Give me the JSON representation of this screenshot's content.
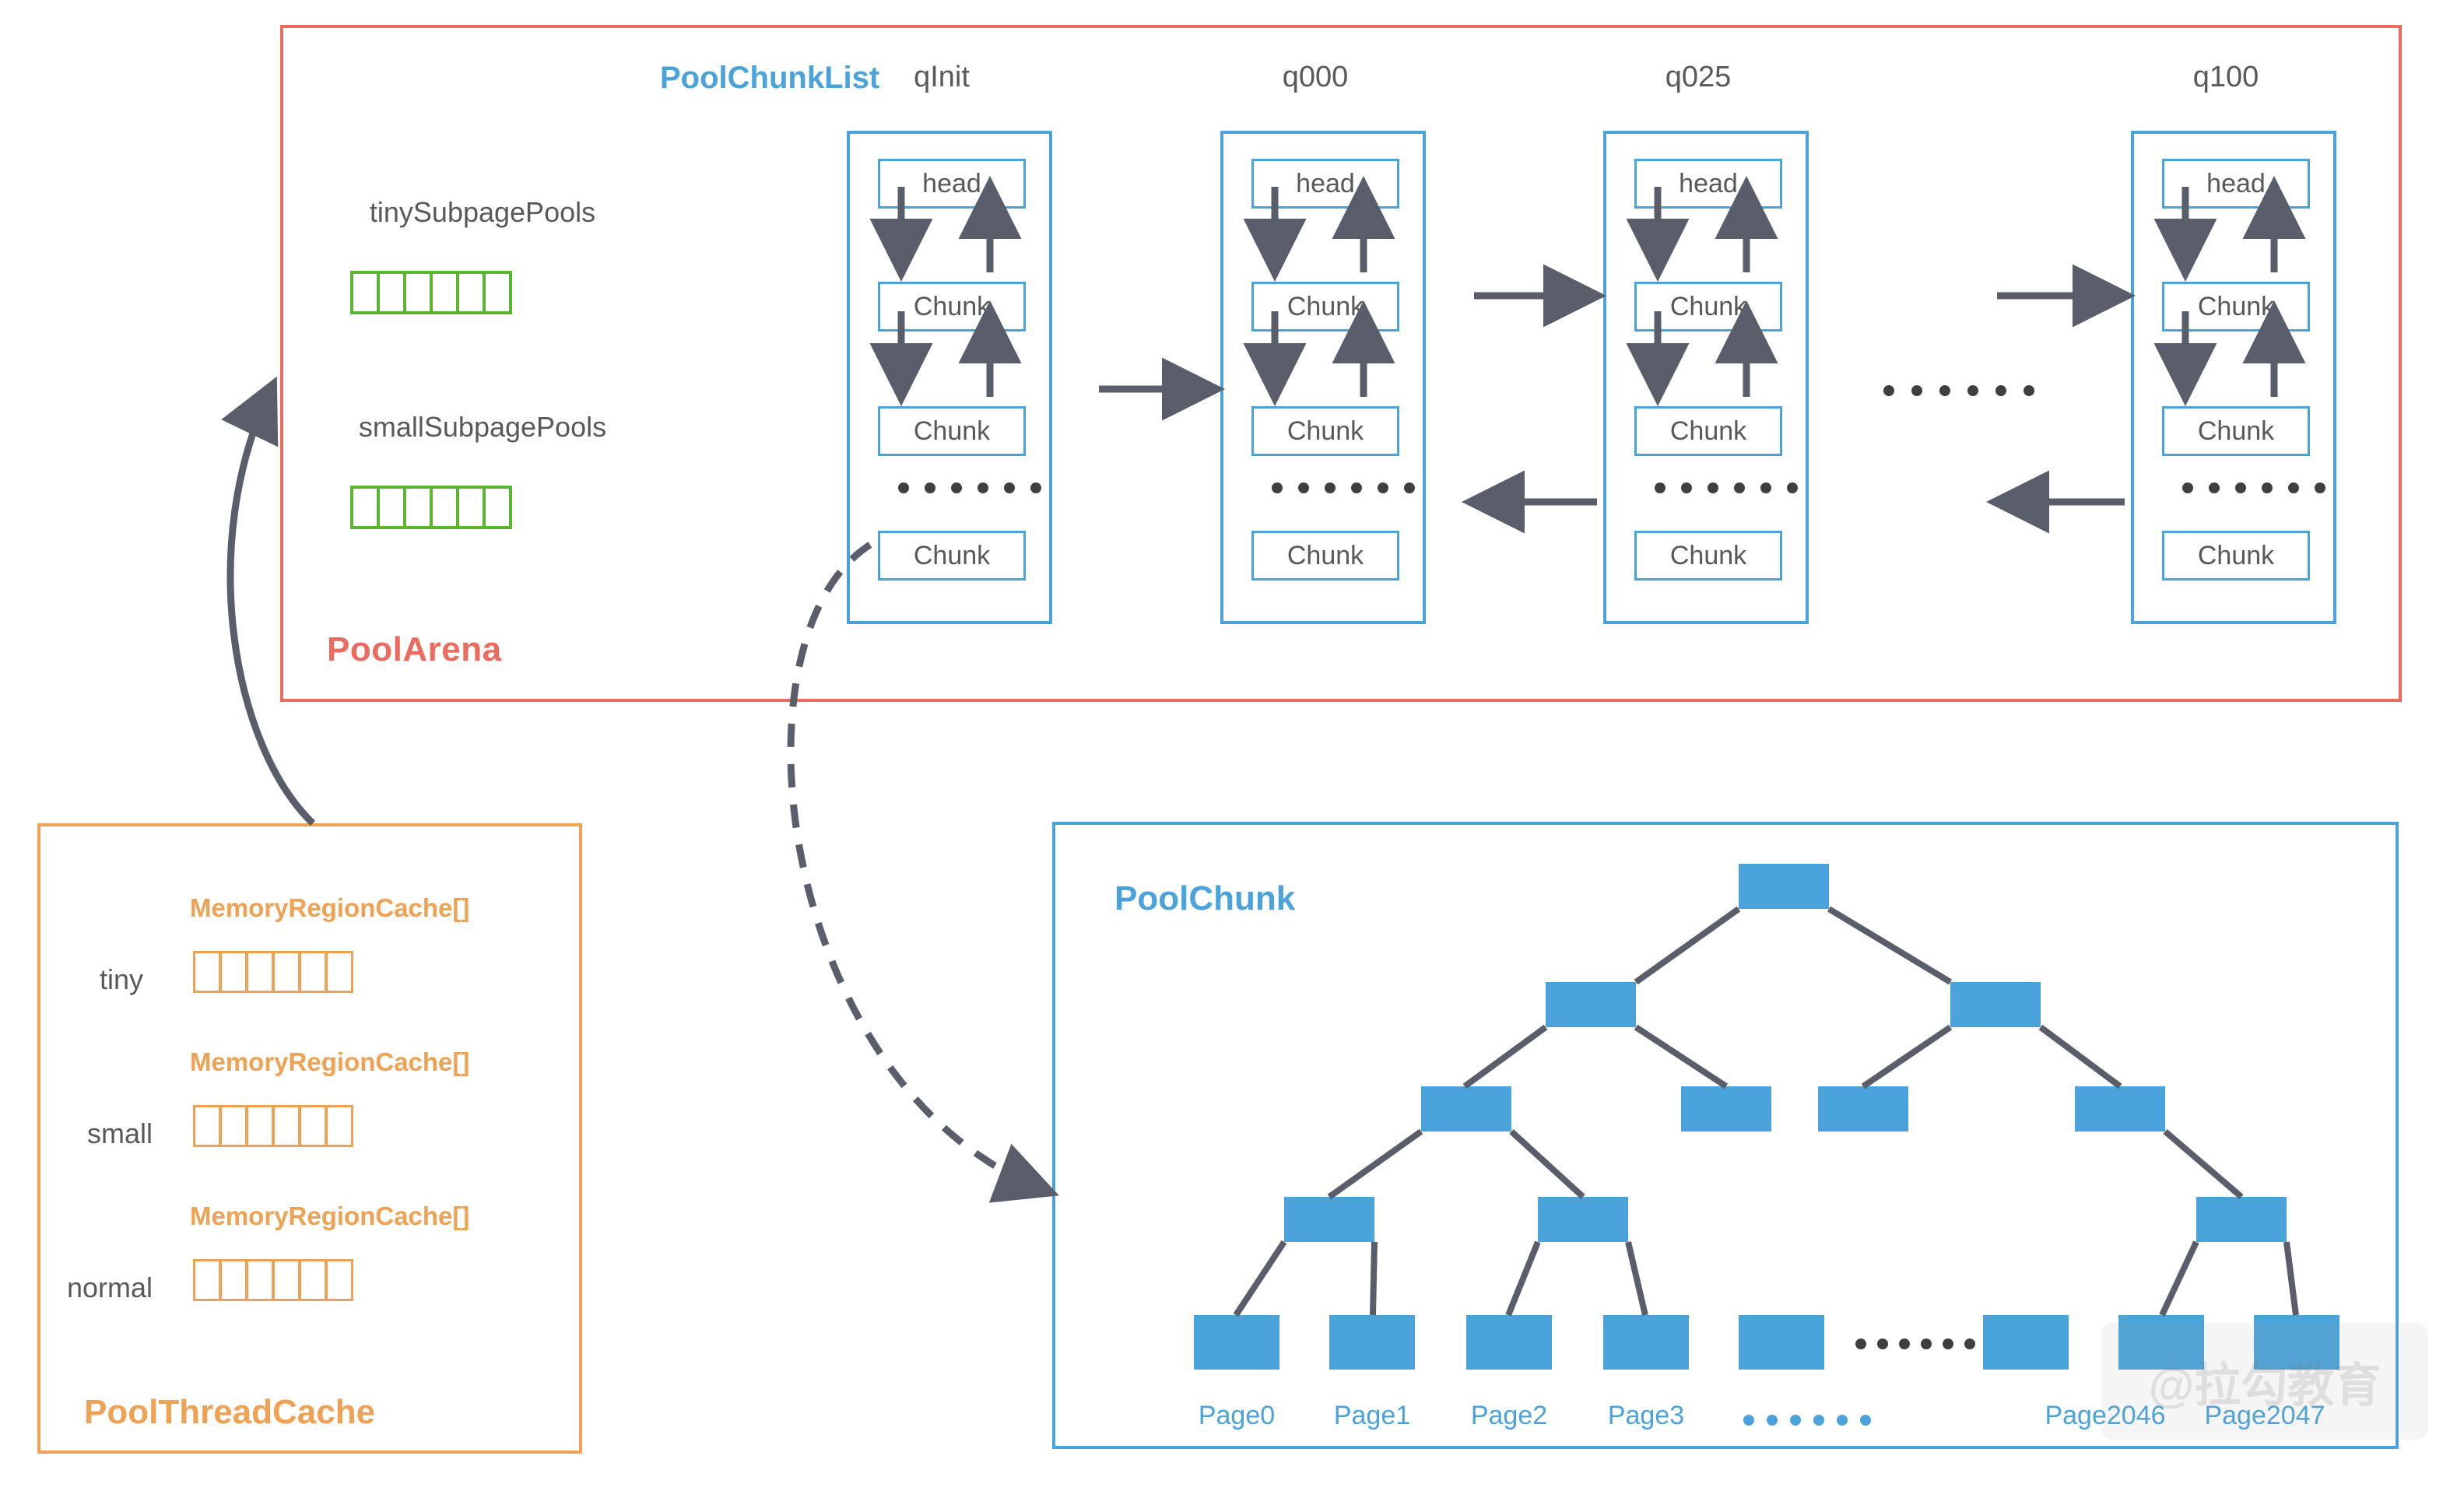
{
  "arena": {
    "label": "PoolArena",
    "border_color": "#EC6B5E",
    "pool_chunk_list_title": "PoolChunkList",
    "columns": [
      {
        "header": "qInit",
        "rows": [
          "head",
          "Chunk",
          "Chunk",
          "Chunk"
        ],
        "ellipsis": "• • • • • •"
      },
      {
        "header": "q000",
        "rows": [
          "head",
          "Chunk",
          "Chunk",
          "Chunk"
        ],
        "ellipsis": "• • • • • •"
      },
      {
        "header": "q025",
        "rows": [
          "head",
          "Chunk",
          "Chunk",
          "Chunk"
        ],
        "ellipsis": "• • • • • •"
      },
      {
        "header": "q100",
        "rows": [
          "head",
          "Chunk",
          "Chunk",
          "Chunk"
        ],
        "ellipsis": "• • • • • •"
      }
    ],
    "between_columns_ellipsis": "• • • • • •",
    "subpage_pools": [
      {
        "label": "tinySubpagePools",
        "cells": 6,
        "color": "#5CB531"
      },
      {
        "label": "smallSubpagePools",
        "cells": 6,
        "color": "#5CB531"
      }
    ]
  },
  "thread_cache": {
    "label": "PoolThreadCache",
    "border_color": "#EFA254",
    "rows": [
      {
        "array_label": "MemoryRegionCache[]",
        "row_label": "tiny",
        "cells": 6
      },
      {
        "array_label": "MemoryRegionCache[]",
        "row_label": "small",
        "cells": 6
      },
      {
        "array_label": "MemoryRegionCache[]",
        "row_label": "normal",
        "cells": 6
      }
    ]
  },
  "pool_chunk": {
    "label": "PoolChunk",
    "border_color": "#4AA3DB",
    "node_color": "#4AA3DB",
    "leaf_labels": [
      "Page0",
      "Page1",
      "Page2",
      "Page3",
      "Page2046",
      "Page2047"
    ],
    "leaf_ellipsis": "• • • • • •",
    "row_ellipsis": "• • • • • •"
  },
  "watermark": "@拉勾教育",
  "colors": {
    "arena": "#EC6B5E",
    "thread_cache": "#EFA254",
    "chunk_blue": "#4AA3DB",
    "subpage_green": "#5CB531",
    "arrow_gray": "#5A5E6B",
    "text_gray": "#595959"
  }
}
